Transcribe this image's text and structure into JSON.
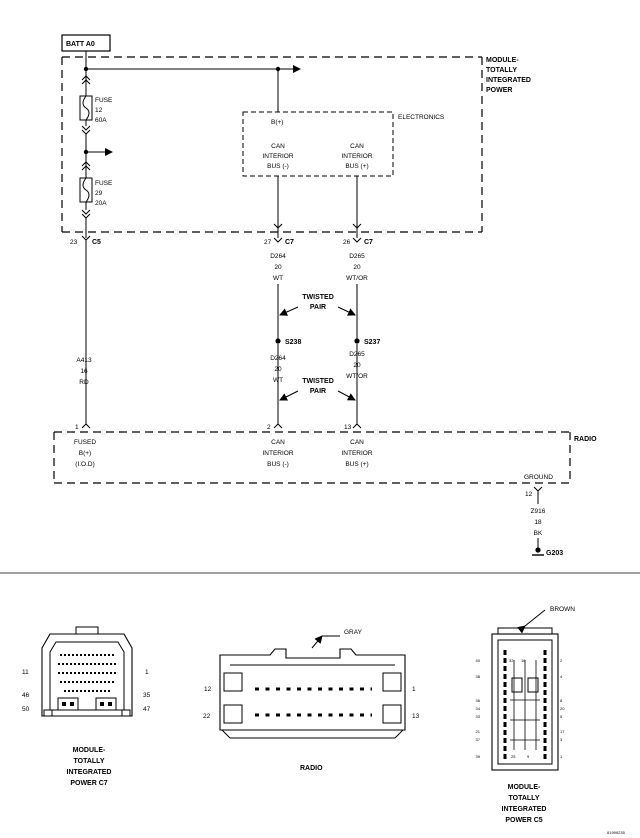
{
  "batt_label": "BATT A0",
  "tipm": {
    "title": [
      "MODULE-",
      "TOTALLY",
      "INTEGRATED",
      "POWER"
    ],
    "electronics_label": "ELECTRONICS",
    "bplus": "B(+)",
    "can_minus": [
      "CAN",
      "INTERIOR",
      "BUS (-)"
    ],
    "can_plus": [
      "CAN",
      "INTERIOR",
      "BUS (+)"
    ],
    "fuse1": [
      "FUSE",
      "12",
      "60A"
    ],
    "fuse2": [
      "FUSE",
      "29",
      "20A"
    ]
  },
  "connectors": {
    "c5_pin": "23",
    "c5_label": "C5",
    "c7a_pin": "27",
    "c7a_label": "C7",
    "c7b_pin": "26",
    "c7b_label": "C7"
  },
  "wires": {
    "a413": [
      "A413",
      "16",
      "RD"
    ],
    "d264_top": [
      "D264",
      "20",
      "WT"
    ],
    "d265_top": [
      "D265",
      "20",
      "WT/OR"
    ],
    "d264_bot": [
      "D264",
      "20",
      "WT"
    ],
    "d265_bot": [
      "D265",
      "20",
      "WT/OR"
    ],
    "z916": [
      "Z916",
      "18",
      "BK"
    ]
  },
  "twisted_pair": [
    "TWISTED",
    "PAIR"
  ],
  "splices": {
    "s238": "S238",
    "s237": "S237"
  },
  "radio": {
    "title": "RADIO",
    "pin1": "1",
    "pin2": "2",
    "pin13": "13",
    "pin12": "12",
    "fused": [
      "FUSED",
      "B(+)",
      "(I.O.D)"
    ],
    "can_minus": [
      "CAN",
      "INTERIOR",
      "BUS (-)"
    ],
    "can_plus": [
      "CAN",
      "INTERIOR",
      "BUS (+)"
    ],
    "ground": "GROUND"
  },
  "ground_label": "G203",
  "connector_views": {
    "c7": {
      "caption": [
        "MODULE-",
        "TOTALLY",
        "INTEGRATED",
        "POWER C7"
      ],
      "pins": [
        "11",
        "1",
        "46",
        "35",
        "50",
        "47"
      ]
    },
    "radio": {
      "caption": "RADIO",
      "color_label": "GRAY",
      "pins": [
        "12",
        "1",
        "22",
        "13"
      ]
    },
    "c5": {
      "caption": [
        "MODULE-",
        "TOTALLY",
        "INTEGRATED",
        "POWER C5"
      ],
      "color_label": "BROWN",
      "pins_left": [
        "40",
        "38",
        "36",
        "34",
        "33",
        "21",
        "37",
        "39"
      ],
      "pins_right": [
        "2",
        "4",
        "8",
        "20",
        "5",
        "17",
        "3",
        "1"
      ],
      "pins_inner": [
        "32",
        "16",
        "25",
        "9"
      ]
    }
  },
  "figure_id": "81999235"
}
